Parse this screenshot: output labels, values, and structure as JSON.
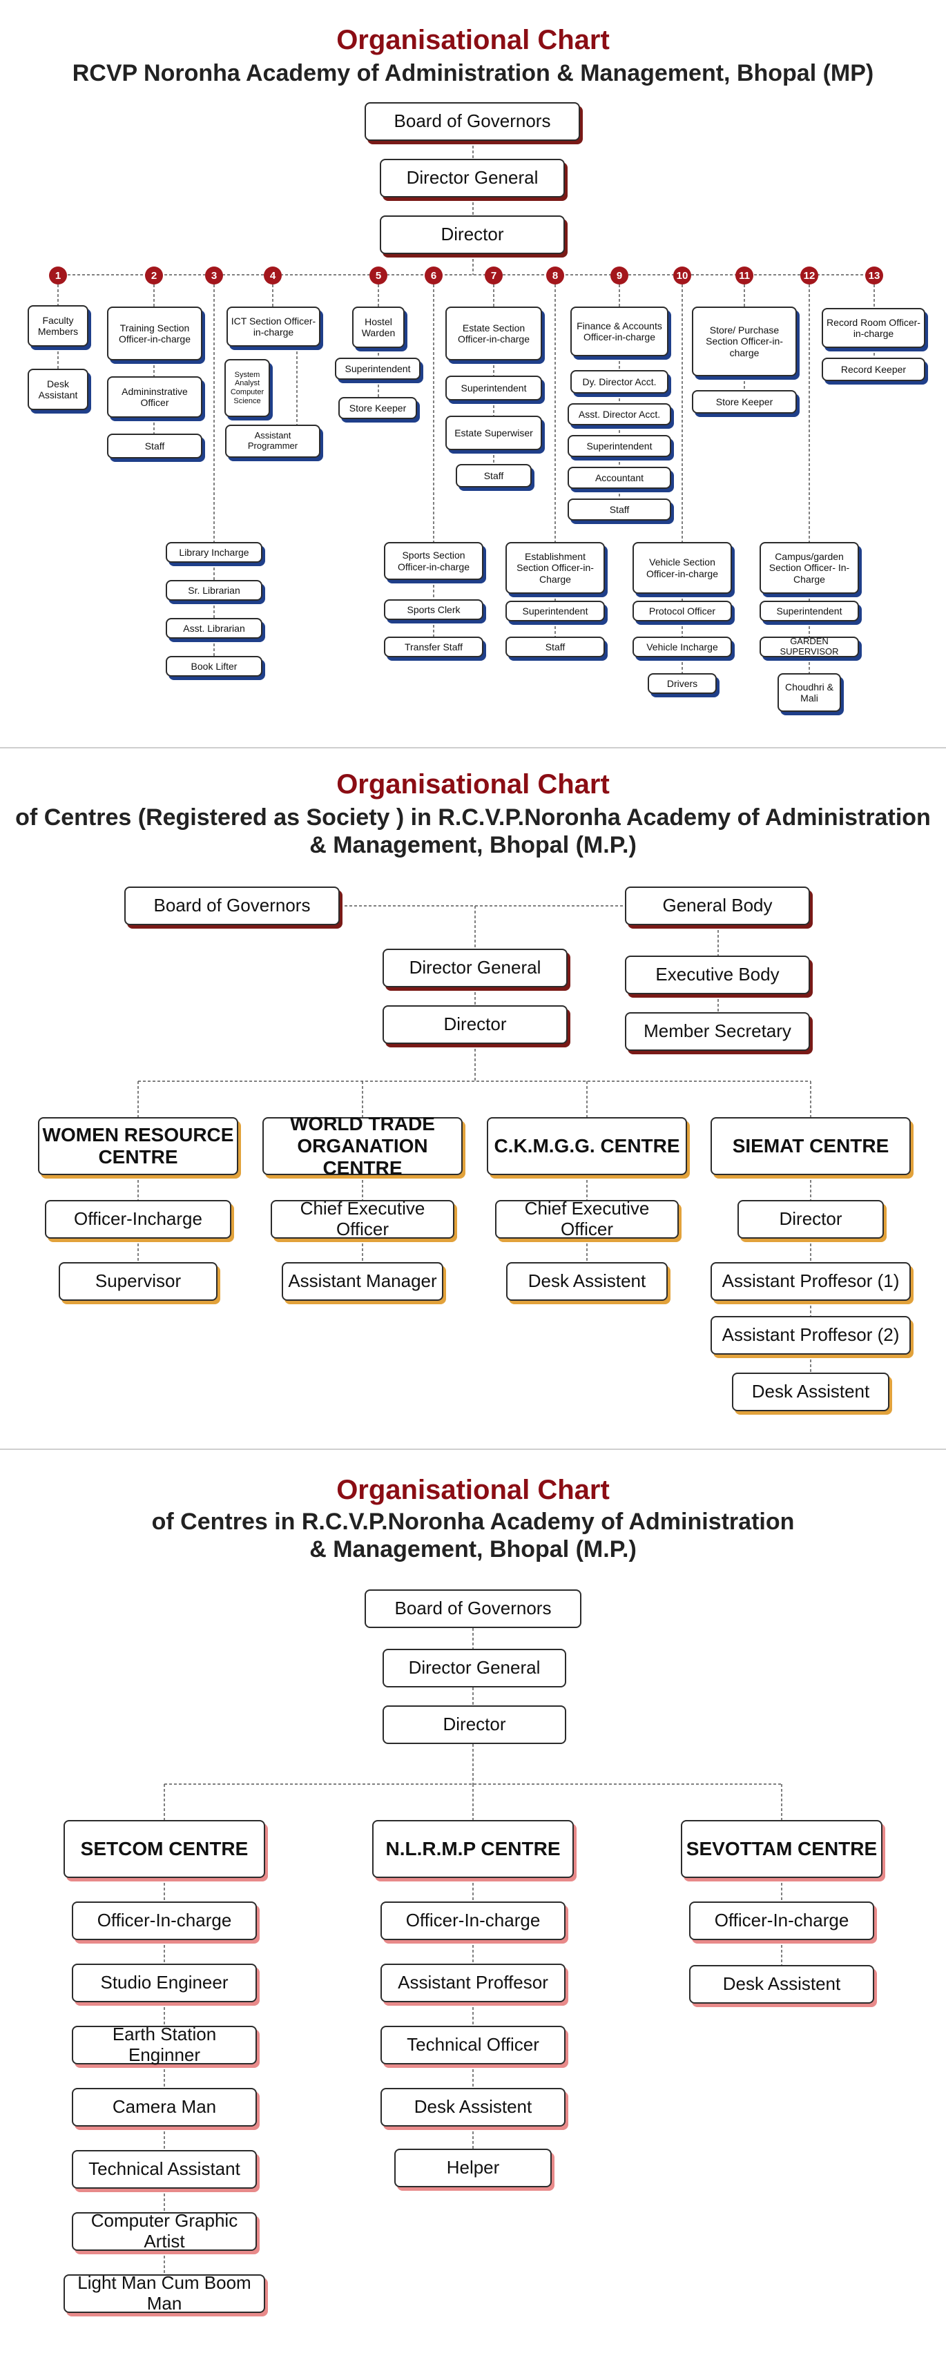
{
  "chart1": {
    "title": "Organisational Chart",
    "subtitle": "RCVP Noronha Academy of Administration & Management, Bhopal (MP)",
    "top": [
      "Board of Governors",
      "Director General",
      "Director"
    ],
    "badges": [
      "1",
      "2",
      "3",
      "4",
      "5",
      "6",
      "7",
      "8",
      "9",
      "10",
      "11",
      "12",
      "13"
    ],
    "faculty": [
      "Faculty Members",
      "Desk Assistant"
    ],
    "training": [
      "Training Section Officer-in-charge",
      "Admininstrative Officer",
      "Staff"
    ],
    "ict": [
      "ICT Section Officer-in-charge",
      "System Analyst Computer Science",
      "Assistant Programmer"
    ],
    "hostel": [
      "Hostel Warden",
      "Superintendent",
      "Store Keeper"
    ],
    "estate": [
      "Estate Section Officer-in-charge",
      "Superintendent",
      "Estate Superwiser",
      "Staff"
    ],
    "finance": [
      "Finance & Accounts Officer-in-charge",
      "Dy. Director Acct.",
      "Asst. Director Acct.",
      "Superintendent",
      "Accountant",
      "Staff"
    ],
    "store": [
      "Store/ Purchase Section Officer-in-charge",
      "Store Keeper"
    ],
    "record": [
      "Record Room Officer-in-charge",
      "Record Keeper"
    ],
    "library": [
      "Library Incharge",
      "Sr. Librarian",
      "Asst. Librarian",
      "Book Lifter"
    ],
    "sports": [
      "Sports Section Officer-in-charge",
      "Sports Clerk",
      "Transfer Staff"
    ],
    "establishment": [
      "Establishment Section Officer-in-Charge",
      "Superintendent",
      "Staff"
    ],
    "vehicle": [
      "Vehicle Section Officer-in-charge",
      "Protocol Officer",
      "Vehicle Incharge",
      "Drivers"
    ],
    "campus": [
      "Campus/garden Section Officer- In- Charge",
      "Superintendent",
      "GARDEN SUPERVISOR",
      "Choudhri & Mali"
    ]
  },
  "chart2": {
    "title": "Organisational Chart",
    "subtitle1": "of Centres (Registered as Society ) in R.C.V.P.Noronha Academy of Administration",
    "subtitle2": "& Management, Bhopal (M.P.)",
    "board": "Board of Governors",
    "general_body": "General Body",
    "executive_body": "Executive Body",
    "member_secretary": "Member Secretary",
    "director_general": "Director General",
    "director": "Director",
    "women": [
      "WOMEN RESOURCE CENTRE",
      "Officer-Incharge",
      "Supervisor"
    ],
    "wto": [
      "WORLD TRADE ORGANATION CENTRE",
      "Chief Executive Officer",
      "Assistant Manager"
    ],
    "ckmgg": [
      "C.K.M.G.G. CENTRE",
      "Chief Executive Officer",
      "Desk Assistent"
    ],
    "siemat": [
      "SIEMAT CENTRE",
      "Director",
      "Assistant Proffesor (1)",
      "Assistant Proffesor (2)",
      "Desk Assistent"
    ]
  },
  "chart3": {
    "title": "Organisational Chart",
    "subtitle1": "of Centres in R.C.V.P.Noronha Academy of Administration",
    "subtitle2": "& Management, Bhopal (M.P.)",
    "top": [
      "Board of Governors",
      "Director General",
      "Director"
    ],
    "setcom": [
      "SETCOM CENTRE",
      "Officer-In-charge",
      "Studio Engineer",
      "Earth Station Enginner",
      "Camera Man",
      "Technical Assistant",
      "Computer Graphic Artist",
      "Light Man Cum Boom Man"
    ],
    "nlrmp": [
      "N.L.R.M.P CENTRE",
      "Officer-In-charge",
      "Assistant Proffesor",
      "Technical Officer",
      "Desk Assistent",
      "Helper"
    ],
    "sevottam": [
      "SEVOTTAM CENTRE",
      "Officer-In-charge",
      "Desk Assistent"
    ]
  }
}
